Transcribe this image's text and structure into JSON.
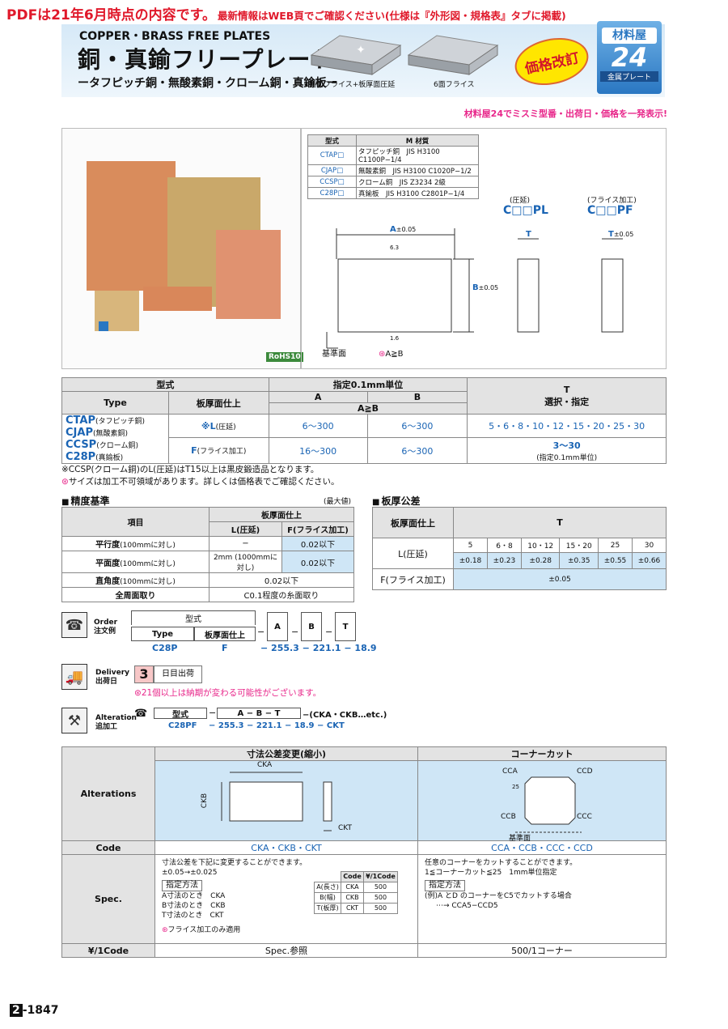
{
  "notice": {
    "main": "PDFは21年6月時点の内容です。",
    "sub": "最新情報はWEB頁でご確認ください(仕様は『外形図・規格表』タブに掲載)"
  },
  "header": {
    "en_title": "COPPER・BRASS FREE PLATES",
    "title": "銅・真鍮フリープレート",
    "subtitle": "ータフピッチ銅・無酸素銅・クローム銅・真鍮板ー",
    "img1_caption": "側面フライス+板厚面圧延",
    "img2_caption": "6面フライス",
    "badge": "価格改訂",
    "logo_top": "材料屋",
    "logo_num": "24",
    "logo_bottom": "金属プレート",
    "tagline": "材料屋24でミスミ型番・出荷日・価格を一発表示!"
  },
  "photo": {
    "rohs": "RoHS10"
  },
  "materials": {
    "col_type": "型式",
    "col_material": "M 材質",
    "rows": [
      {
        "type": "CTAP□",
        "material": "タフピッチ銅　JIS H3100 C1100P−1/4"
      },
      {
        "type": "CJAP□",
        "material": "無酸素銅　JIS H3100 C1020P−1/2"
      },
      {
        "type": "CCSP□",
        "material": "クローム銅　JIS Z3234 2級"
      },
      {
        "type": "C28P□",
        "material": "真鍮板　JIS H3100 C2801P−1/4"
      }
    ]
  },
  "drawing": {
    "label_pl_note": "(圧延)",
    "label_pl": "C□□PL",
    "label_pf_note": "(フライス加工)",
    "label_pf": "C□□PF",
    "dim_a": "A",
    "dim_a_tol": "±0.05",
    "dim_b": "B",
    "dim_b_tol": "±0.05",
    "dim_t": "T",
    "dim_t_tol": "±0.05",
    "rough1": "6.3",
    "rough2": "1.6",
    "datum": "基準面",
    "condition": "A≧B"
  },
  "spec_table": {
    "h_model": "型式",
    "h_type": "Type",
    "h_finish": "板厚面仕上",
    "h_unit": "指定0.1mm単位",
    "h_a": "A",
    "h_b": "B",
    "h_cond": "A≧B",
    "h_t": "T",
    "h_t_sub": "選択・指定",
    "types": [
      {
        "code": "CTAP",
        "note": "(タフピッチ銅)"
      },
      {
        "code": "CJAP",
        "note": "(無酸素銅)"
      },
      {
        "code": "CCSP",
        "note": "(クローム銅)"
      },
      {
        "code": "C28P",
        "note": "(真鍮板)"
      }
    ],
    "rows": [
      {
        "finish": "※L",
        "finish_note": "(圧延)",
        "a": "6〜300",
        "b": "6〜300",
        "t": "5・6・8・10・12・15・20・25・30",
        "t_note": ""
      },
      {
        "finish": "F",
        "finish_note": "(フライス加工)",
        "a": "16〜300",
        "b": "6〜300",
        "t": "3〜30",
        "t_note": "(指定0.1mm単位)"
      }
    ],
    "note1": "※CCSP(クローム銅)のL(圧延)はT15以上は黒皮鍛造品となります。",
    "note2": "サイズは加工不可領域があります。詳しくは価格表でご確認ください。"
  },
  "accuracy": {
    "title": "精度基準",
    "max_note": "(最大値)",
    "h_item": "項目",
    "h_finish": "板厚面仕上",
    "h_l": "L(圧延)",
    "h_f": "F(フライス加工)",
    "rows": [
      {
        "item": "平行度",
        "note": "(100mmに対し)",
        "l": "−",
        "f": "0.02以下"
      },
      {
        "item": "平面度",
        "note": "(100mmに対し)",
        "l": "2mm (1000mmに対し)",
        "f": "0.02以下"
      },
      {
        "item": "直角度",
        "note": "(100mmに対し)",
        "merged": "0.02以下"
      },
      {
        "item": "全周面取り",
        "note": "",
        "merged": "C0.1程度の糸面取り"
      }
    ]
  },
  "tolerance": {
    "title": "板厚公差",
    "h_finish": "板厚面仕上",
    "h_t": "T",
    "cols": [
      "5",
      "6・8",
      "10・12",
      "15・20",
      "25",
      "30"
    ],
    "l_label": "L(圧延)",
    "l_vals": [
      "±0.18",
      "±0.23",
      "±0.28",
      "±0.35",
      "±0.55",
      "±0.66"
    ],
    "f_label": "F(フライス加工)",
    "f_val": "±0.05"
  },
  "order": {
    "label_en": "Order",
    "label_jp": "注文例",
    "h_model": "型式",
    "h_type": "Type",
    "h_finish": "板厚面仕上",
    "h_a": "A",
    "h_b": "B",
    "h_t": "T",
    "v_type": "C28P",
    "v_finish": "F",
    "v_a": "255.3",
    "v_b": "221.1",
    "v_t": "18.9"
  },
  "delivery": {
    "label_en": "Delivery",
    "label_jp": "出荷日",
    "days": "3",
    "unit": "日目出荷",
    "note": "21個以上は納期が変わる可能性がございます。"
  },
  "alteration": {
    "label_en": "Alteration",
    "label_jp": "追加工",
    "h_model": "型式",
    "h_a": "A",
    "h_b": "B",
    "h_t": "T",
    "h_extra": "(CKA・CKB…etc.)",
    "v_model": "C28PF",
    "v_a": "255.3",
    "v_b": "221.1",
    "v_t": "18.9",
    "v_code": "CKT"
  },
  "alt_table": {
    "row_alterations": "Alterations",
    "row_code": "Code",
    "row_spec": "Spec.",
    "row_price": "¥/1Code",
    "col1_title": "寸法公差変更(縮小)",
    "col2_title": "コーナーカット",
    "col1_code": "CKA・CKB・CKT",
    "col2_code": "CCA・CCB・CCC・CCD",
    "d_cka": "CKA",
    "d_ckb": "CKB",
    "d_ckt": "CKT",
    "d_cca": "CCA",
    "d_ccb": "CCB",
    "d_ccc": "CCC",
    "d_ccd": "CCD",
    "d_25": "25",
    "d_datum": "基準面",
    "col1_spec": {
      "line1": "寸法公差を下記に変更することができます。",
      "line2": "±0.05→±0.025",
      "method": "指定方法",
      "m1": "A寸法のとき　CKA",
      "m2": "B寸法のとき　CKB",
      "m3": "T寸法のとき　CKT",
      "note": "フライス加工のみ適用",
      "mini_h_code": "Code",
      "mini_h_price": "¥/1Code",
      "mini_rows": [
        {
          "label": "A(長さ)",
          "code": "CKA",
          "price": "500"
        },
        {
          "label": "B(幅)",
          "code": "CKB",
          "price": "500"
        },
        {
          "label": "T(板厚)",
          "code": "CKT",
          "price": "500"
        }
      ]
    },
    "col2_spec": {
      "line1": "任意のコーナーをカットすることができます。",
      "line2": "1≦コーナーカット≦25　1mm単位指定",
      "method": "指定方法",
      "ex1": "(例)A とD のコーナーをC5でカットする場合",
      "ex2": "⋯→ CCA5−CCD5"
    },
    "col1_price": "Spec.参照",
    "col2_price": "500/1コーナー"
  },
  "page": {
    "chapter": "2",
    "number": "-1847"
  }
}
